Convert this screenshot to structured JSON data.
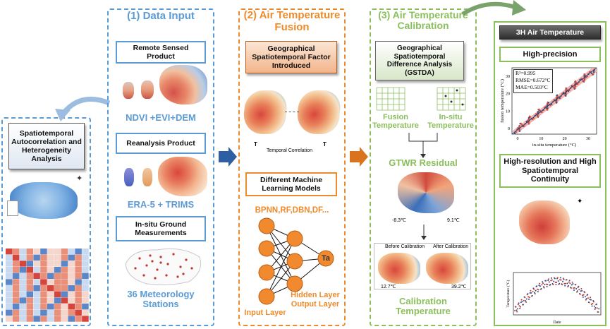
{
  "left_panel": {
    "title": "Spatiotemporal Autocorrelation and Heterogeneity Analysis"
  },
  "data_input": {
    "title": "(1) Data Input",
    "remote_sensed_box": "Remote Sensed Product",
    "remote_sensed_caption": "NDVI +EVI+DEM",
    "reanalysis_box": "Reanalysis Product",
    "reanalysis_caption": "ERA-5 + TRIMS",
    "insitu_box": "In-situ Ground Measurements",
    "insitu_caption": "36 Meteorology Stations"
  },
  "fusion": {
    "title": "(2) Air Temperature Fusion",
    "geo_box": "Geographical Spatiotemporal Factor Introduced",
    "temporal_correlation": "Temporal Correlation",
    "t_left": "T",
    "t_right": "T",
    "ml_box": "Different Machine Learning Models",
    "models_caption": "BPNN,RF,DBN,DF...",
    "input_layer": "Input Layer",
    "hidden_layer": "Hidden Layer",
    "output_layer": "Output Layer",
    "output_node": "Ta"
  },
  "calibration": {
    "title": "(3) Air Temperature Calibration",
    "gstda_box": "Geographical Spatiotemporal Difference Analysis (GSTDA)",
    "fusion_temp": "Fusion Temperature",
    "insitu_temp": "In-situ Temperature",
    "gtwr_residual": "GTWR Residual",
    "residual_min": "-8.3℃",
    "residual_max": "9.1℃",
    "before_calibration": "Before Calibration",
    "after_calibration": "After Calibration",
    "calibration_temp": "Calibration Temperature",
    "map_min": "12.7℃",
    "map_max": "39.2℃"
  },
  "output": {
    "title": "3H Air Temperature",
    "high_precision_box": "High-precision",
    "stat_r2": "R²=0.995",
    "stat_rmse": "RMSE=0.672°C",
    "stat_mae": "MAE=0.503°C",
    "scatter_ylabel": "fusion temperature (°C)",
    "scatter_xlabel": "in-situ temperature (°C)",
    "scatter_ticks": [
      "0",
      "10",
      "20",
      "30"
    ],
    "continuity_box": "High-resolution and High Spatiotemporal Continuity",
    "ts_ylabel": "Temperature (°C)",
    "ts_xlabel": "Date"
  },
  "colors": {
    "blue_panel": "#5b9bd5",
    "orange_panel": "#ed8b2c",
    "green_panel": "#8bbf5c",
    "arrow_blue": "#2e5fa3",
    "arrow_orange": "#d9731e",
    "dark_box": "#404040"
  }
}
